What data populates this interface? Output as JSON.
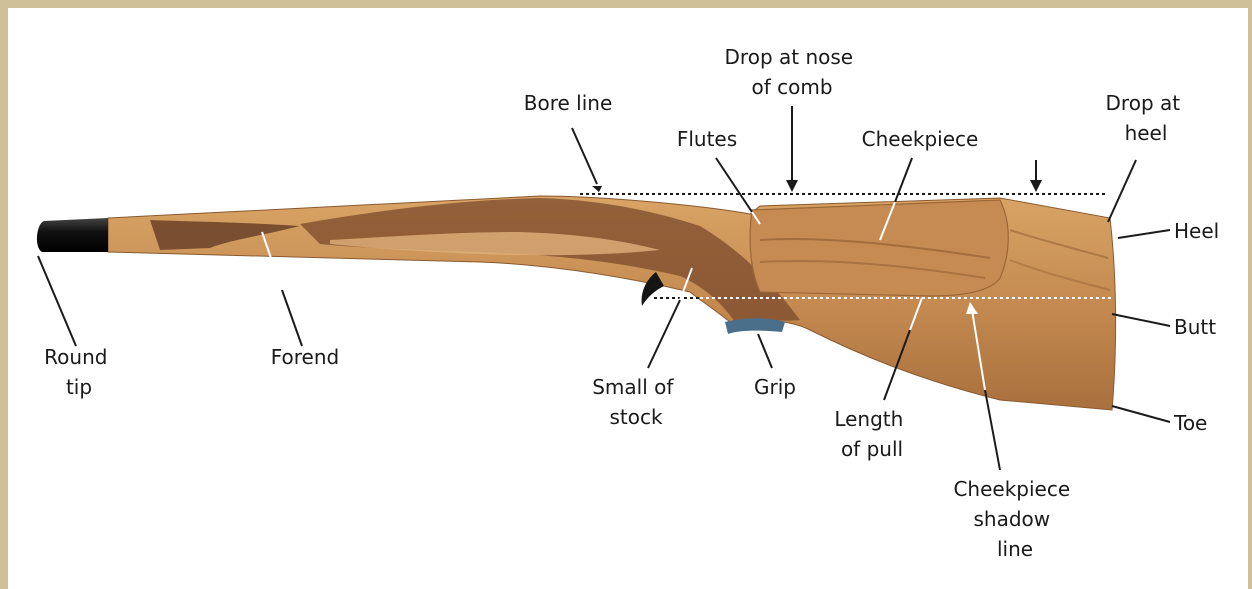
{
  "labels": {
    "round_tip": [
      "Round",
      "tip"
    ],
    "forend": [
      "Forend"
    ],
    "bore_line": [
      "Bore line"
    ],
    "drop_nose": [
      "Drop at nose",
      "of comb"
    ],
    "flutes": [
      "Flutes"
    ],
    "cheekpiece": [
      "Cheekpiece"
    ],
    "drop_heel": [
      "Drop at",
      "heel"
    ],
    "heel": [
      "Heel"
    ],
    "butt": [
      "Butt"
    ],
    "toe": [
      "Toe"
    ],
    "small_of_stock": [
      "Small of",
      "stock"
    ],
    "grip": [
      "Grip"
    ],
    "length_of_pull": [
      "Length",
      "of pull"
    ],
    "shadow_line": [
      "Cheekpiece",
      "shadow",
      "line"
    ]
  },
  "colors": {
    "frame": "#cfc09a",
    "wood_light": "#c98f55",
    "wood_mid": "#b07140",
    "wood_dark": "#6b4128",
    "tip": "#1c1c1c"
  }
}
